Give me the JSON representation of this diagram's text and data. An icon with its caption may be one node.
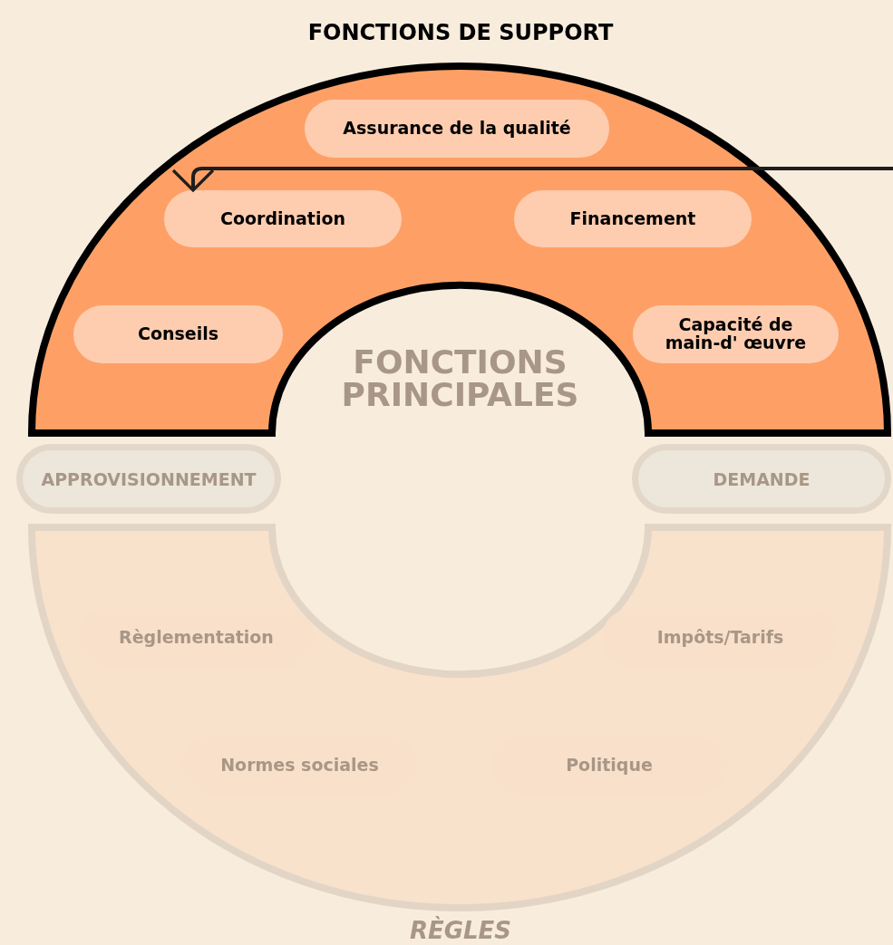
{
  "diagram": {
    "nodes": [
      {
        "text": [
          "FONCTIONS DE SUPPORT"
        ]
      },
      {
        "text": [
          "Assurance de la qualité"
        ],
        "in": 0
      },
      {
        "text": [
          "Coordination"
        ],
        "in": 0
      },
      {
        "text": [
          "Financement"
        ],
        "in": 0
      },
      {
        "text": [
          "Conseils"
        ],
        "in": 0
      },
      {
        "text": [
          "Capacité de main-d' œuvre"
        ],
        "in": 0
      },
      {
        "text": [
          "APPROVISIONNEMENT"
        ]
      },
      {
        "text": [
          "DEMANDE"
        ]
      },
      {
        "text": [
          "RÈGLES"
        ]
      },
      {
        "text": [
          "Règlementation"
        ],
        "in": 8
      },
      {
        "text": [
          "Impôts/Tarifs"
        ],
        "in": 8
      },
      {
        "text": [
          "Normes sociales"
        ],
        "in": 8
      },
      {
        "text": [
          "Politique"
        ],
        "in": 8
      }
    ],
    "edges": [
      {
        "from": null,
        "to": 2,
        "arrow": "to"
      }
    ],
    "labels": [
      "FONCTIONS PRINCIPALES"
    ]
  }
}
